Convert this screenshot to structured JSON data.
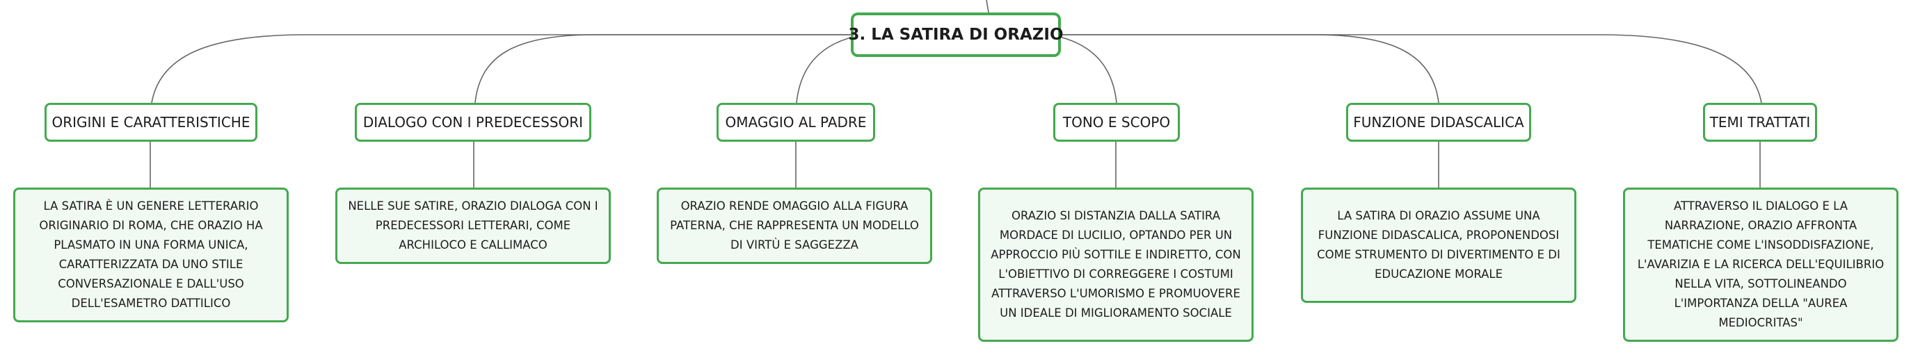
{
  "central": {
    "label": "3. LA SATIRA DI ORAZIO"
  },
  "topics": [
    {
      "label": "ORIGINI E CARATTERISTICHE",
      "detail": "LA SATIRA È UN GENERE LETTERARIO ORIGINARIO DI ROMA, CHE ORAZIO HA PLASMATO IN UNA FORMA UNICA, CARATTERIZZATA DA UNO STILE CONVERSAZIONALE E DALL'USO DELL'ESAMETRO DATTILICO"
    },
    {
      "label": "DIALOGO CON I PREDECESSORI",
      "detail": "NELLE SUE SATIRE, ORAZIO DIALOGA CON I PREDECESSORI LETTERARI, COME ARCHILOCO E CALLIMACO"
    },
    {
      "label": "OMAGGIO AL PADRE",
      "detail": "ORAZIO RENDE OMAGGIO ALLA FIGURA PATERNA, CHE RAPPRESENTA UN MODELLO DI VIRTÙ E SAGGEZZA"
    },
    {
      "label": "TONO E SCOPO",
      "detail": "ORAZIO SI DISTANZIA DALLA SATIRA MORDACE DI LUCILIO, OPTANDO PER UN APPROCCIO PIÙ SOTTILE E INDIRETTO, CON L'OBIETTIVO DI CORREGGERE I COSTUMI ATTRAVERSO L'UMORISMO E PROMUOVERE UN IDEALE DI MIGLIORAMENTO SOCIALE"
    },
    {
      "label": "FUNZIONE DIDASCALICA",
      "detail": "LA SATIRA DI ORAZIO ASSUME UNA FUNZIONE DIDASCALICA, PROPONENDOSI COME STRUMENTO DI DIVERTIMENTO E DI EDUCAZIONE MORALE"
    },
    {
      "label": "TEMI TRATTATI",
      "detail": "ATTRAVERSO IL DIALOGO E LA NARRAZIONE, ORAZIO AFFRONTA TEMATICHE COME L'INSODDISFAZIONE, L'AVARIZIA E LA RICERCA DELL'EQUILIBRIO NELLA VITA, SOTTOLINEANDO L'IMPORTANZA DELLA \"AUREA MEDIOCRITAS\""
    }
  ],
  "colors": {
    "border": "#44a94f",
    "detail_fill": "#f1faf2",
    "connector": "#666666",
    "text": "#1c1c1c"
  }
}
